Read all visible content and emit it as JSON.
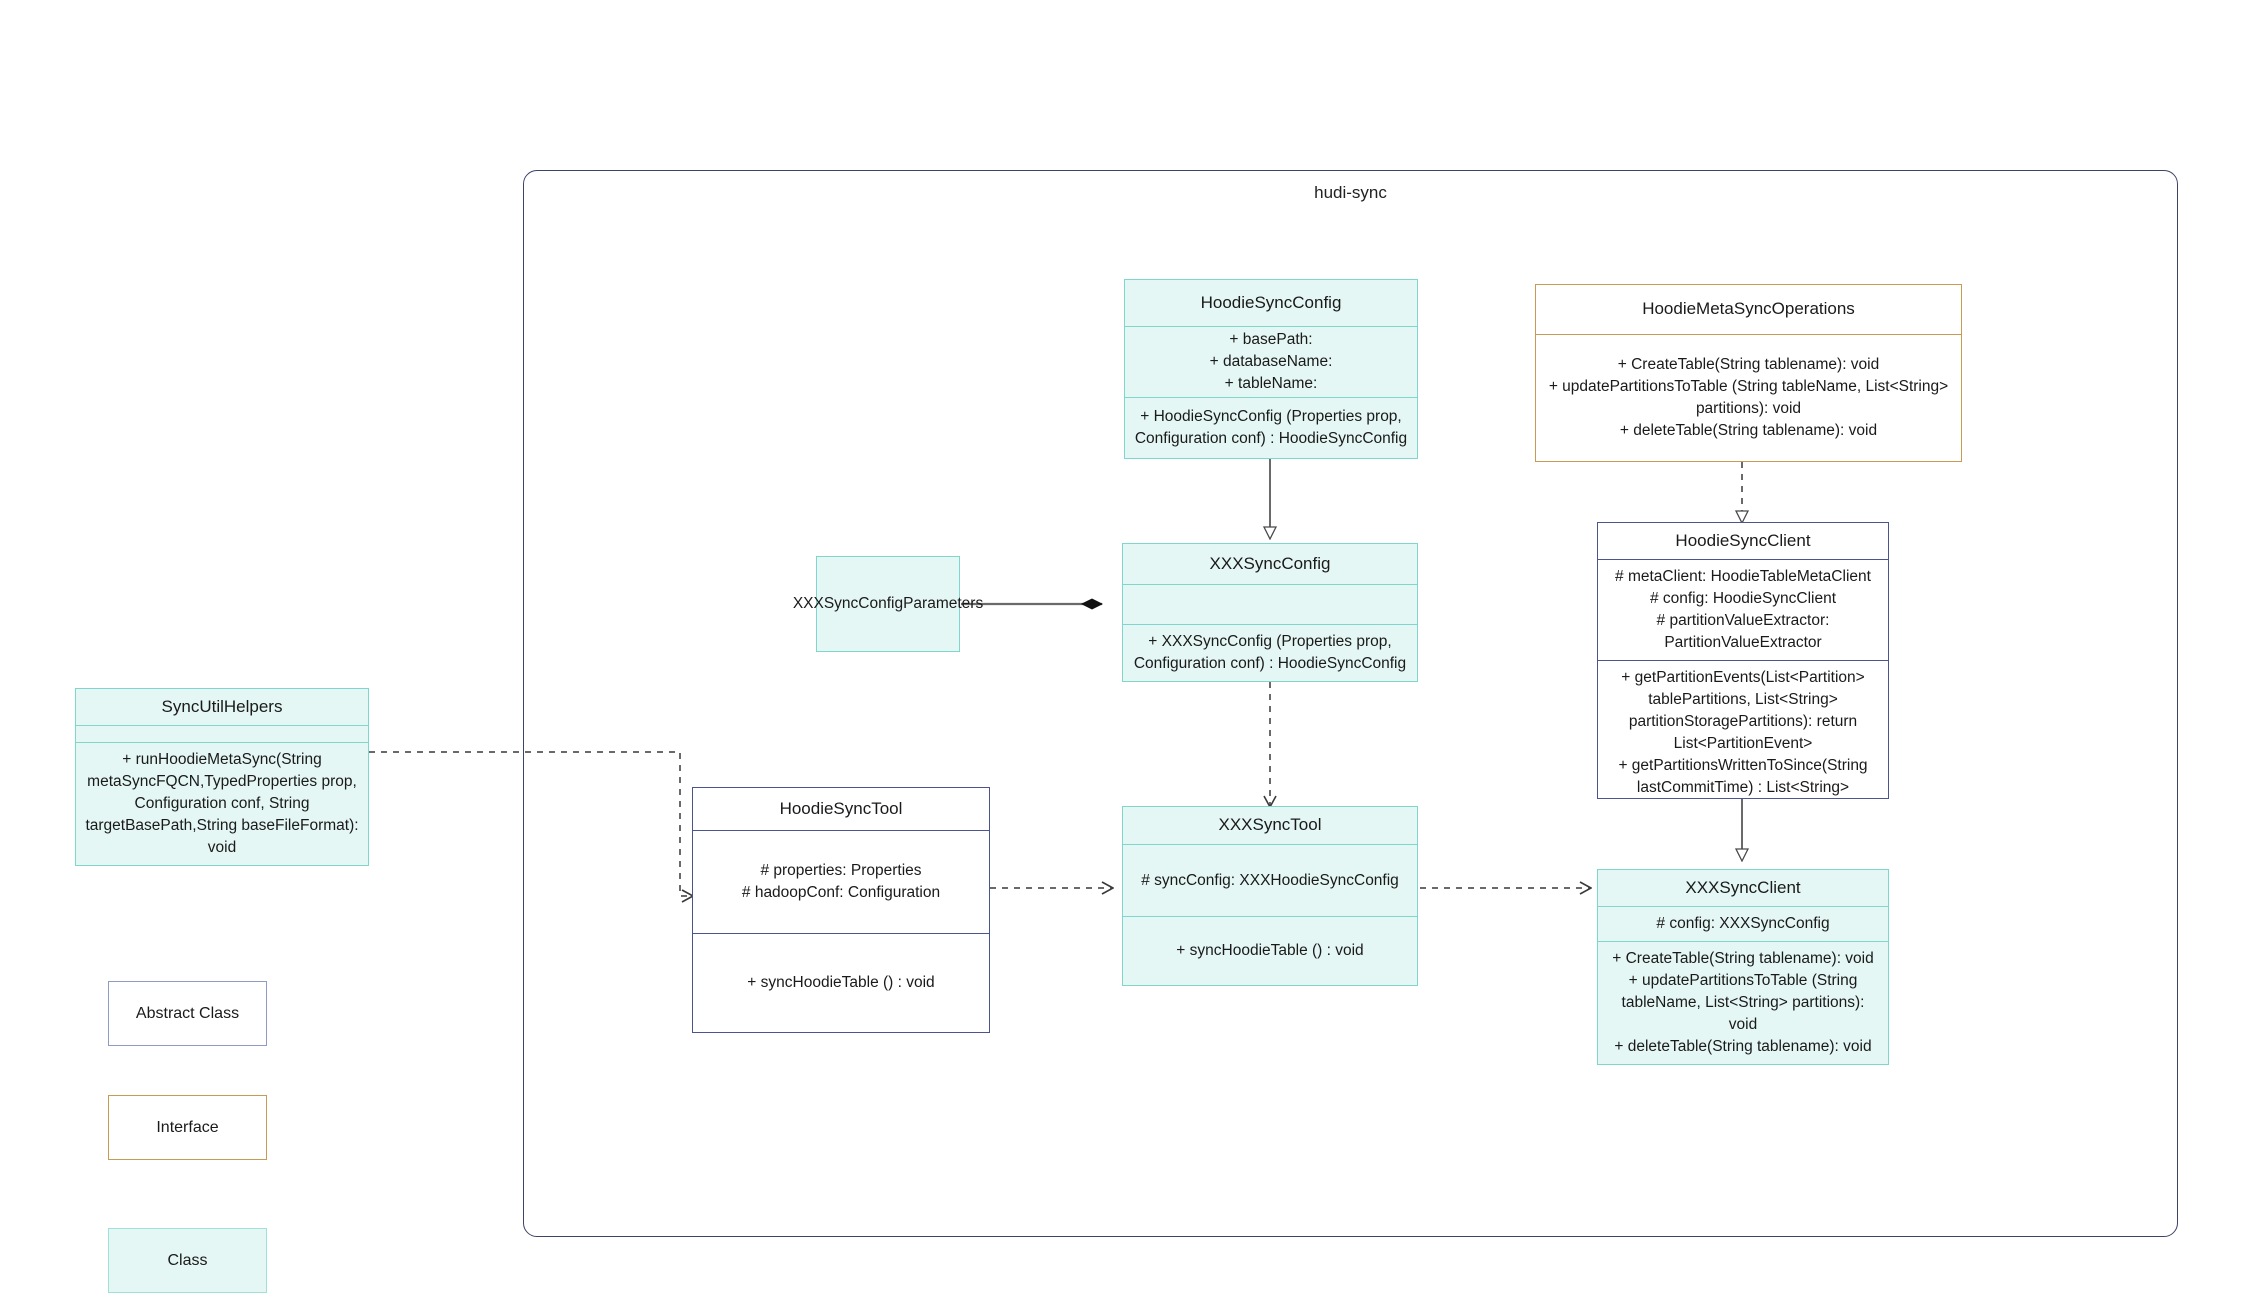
{
  "diagram": {
    "title": "hudi-sync",
    "package_label": "hudi-sync"
  },
  "nodes": {
    "hoodie_sync_config": {
      "name": "HoodieSyncConfig",
      "attributes": "+   basePath:\n+   databaseName:\n+   tableName:",
      "methods": "+   HoodieSyncConfig (Properties prop, Configuration conf) : HoodieSyncConfig",
      "kind": "class"
    },
    "hoodie_meta_sync_operations": {
      "name": "HoodieMetaSyncOperations",
      "methods": "+   CreateTable(String tablename): void\n+   updatePartitionsToTable (String tableName, List<String> partitions): void\n+   deleteTable(String tablename): void",
      "kind": "interface"
    },
    "hoodie_sync_client": {
      "name": "HoodieSyncClient",
      "attributes": "#   metaClient: HoodieTableMetaClient\n#   config: HoodieSyncClient\n#   partitionValueExtractor: PartitionValueExtractor",
      "methods": "+   getPartitionEvents(List<Partition> tablePartitions, List<String> partitionStoragePartitions): return List<PartitionEvent>\n+   getPartitionsWrittenToSince(String lastCommitTime) : List<String>",
      "kind": "abstract"
    },
    "xxx_sync_config_parameters": {
      "name": "XXXSyncConfigParameters",
      "kind": "class"
    },
    "xxx_sync_config": {
      "name": "XXXSyncConfig",
      "attributes": "",
      "methods": "+   XXXSyncConfig (Properties prop, Configuration conf) : HoodieSyncConfig",
      "kind": "class"
    },
    "sync_util_helpers": {
      "name": "SyncUtilHelpers",
      "attributes": "",
      "methods": "+     runHoodieMetaSync(String metaSyncFQCN,TypedProperties prop, Configuration conf, String targetBasePath,String baseFileFormat): void",
      "kind": "class"
    },
    "hoodie_sync_tool": {
      "name": "HoodieSyncTool",
      "attributes": "#   properties: Properties\n#   hadoopConf: Configuration",
      "methods": "+   syncHoodieTable () : void",
      "kind": "abstract"
    },
    "xxx_sync_tool": {
      "name": "XXXSyncTool",
      "attributes": "#  syncConfig: XXXHoodieSyncConfig",
      "methods": "+   syncHoodieTable () : void",
      "kind": "class"
    },
    "xxx_sync_client": {
      "name": "XXXSyncClient",
      "attributes": "#    config: XXXSyncConfig",
      "methods": "+   CreateTable(String tablename): void\n+    updatePartitionsToTable (String tableName, List<String> partitions): void\n+   deleteTable(String tablename): void",
      "kind": "class"
    }
  },
  "legend": {
    "items": [
      {
        "label": "Abstract Class",
        "kind": "abstract"
      },
      {
        "label": "Interface",
        "kind": "interface"
      },
      {
        "label": "Class",
        "kind": "class"
      }
    ]
  },
  "relationships": [
    {
      "from": "HoodieSyncConfig",
      "to": "XXXSyncConfig",
      "type": "generalization"
    },
    {
      "from": "HoodieMetaSyncOperations",
      "to": "HoodieSyncClient",
      "type": "realization"
    },
    {
      "from": "HoodieSyncClient",
      "to": "XXXSyncClient",
      "type": "generalization"
    },
    {
      "from": "XXXSyncConfigParameters",
      "to": "XXXSyncConfig",
      "type": "composition"
    },
    {
      "from": "XXXSyncConfig",
      "to": "XXXSyncTool",
      "type": "dependency"
    },
    {
      "from": "SyncUtilHelpers",
      "to": "HoodieSyncTool",
      "type": "dependency"
    },
    {
      "from": "HoodieSyncTool",
      "to": "XXXSyncTool",
      "type": "dependency"
    },
    {
      "from": "XXXSyncTool",
      "to": "XXXSyncClient",
      "type": "dependency"
    }
  ],
  "colors": {
    "class_border": "#7fd6cd",
    "class_fill": "#e4f7f4",
    "abstract_border": "#4a5590",
    "interface_border": "#c89a54",
    "package_border": "#3d4465",
    "edge": "#5a5a5a"
  }
}
